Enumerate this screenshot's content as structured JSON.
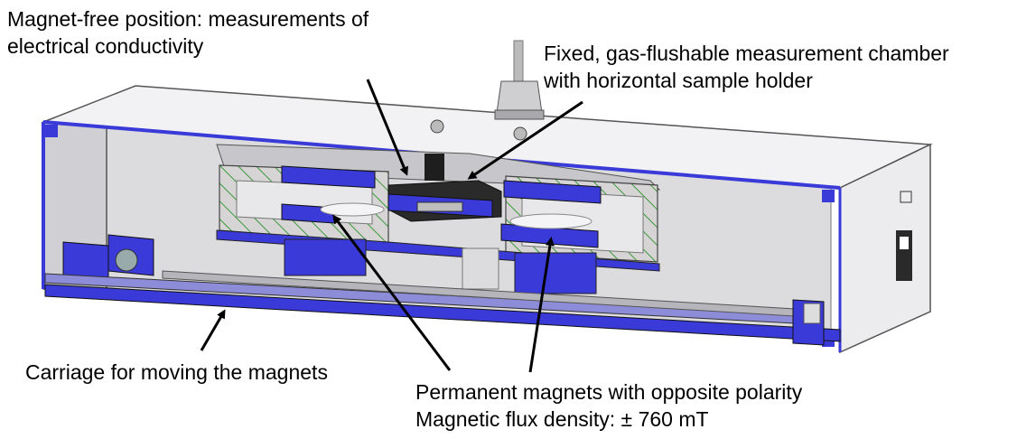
{
  "labels": {
    "magnet_free": [
      "Magnet-free position: measurements of",
      "electrical conductivity"
    ],
    "chamber": [
      "Fixed, gas-flushable measurement chamber",
      "with horizontal sample holder"
    ],
    "carriage": "Carriage for moving the magnets",
    "permanent": [
      "Permanent magnets with opposite polarity",
      "Magnetic flux density: ± 760 mT"
    ]
  },
  "colors": {
    "magnet_blue": "#3a3ad8",
    "housing_gray": "#e4e4e8",
    "inner_gray": "#c8c8cc",
    "hatch_green": "#3a9a3a",
    "arrow": "#000000"
  }
}
